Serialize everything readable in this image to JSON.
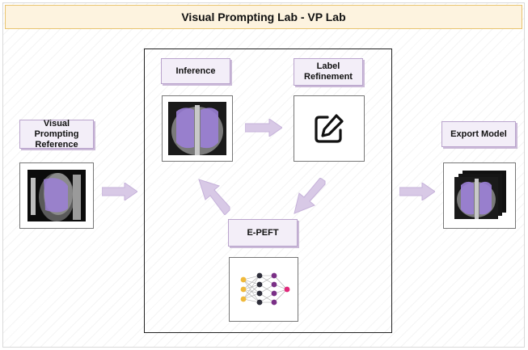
{
  "title": "Visual Prompting Lab - VP Lab",
  "labels": {
    "reference": "Visual Prompting Reference",
    "inference": "Inference",
    "refinement": "Label Refinement",
    "epeft": "E-PEFT",
    "export": "Export Model"
  },
  "icons": {
    "edit": "edit-icon",
    "network": "neural-network-icon",
    "xray": "chest-xray-image"
  },
  "colors": {
    "title_bg": "#fdf3df",
    "title_border": "#e8c36f",
    "label_bg": "#f3eef8",
    "label_border": "#b9a3cc",
    "arrow_fill": "#d8c9e6",
    "lung_mask": "#9b7fd6",
    "node_yellow": "#f0b93a",
    "node_dark": "#2e2e3a",
    "node_purple": "#7a2f86",
    "node_pink": "#e0287a"
  }
}
